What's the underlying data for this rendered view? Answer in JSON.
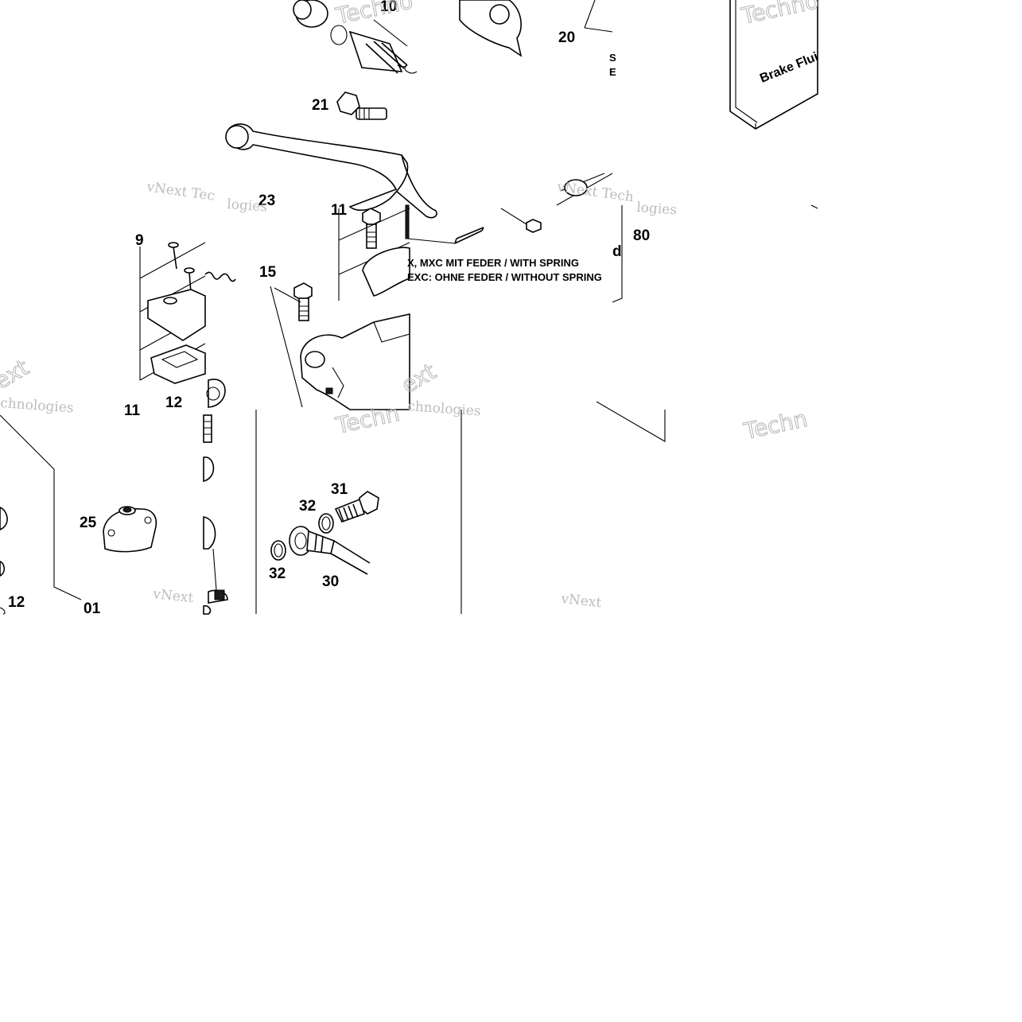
{
  "callouts": {
    "c10": "10",
    "c20": "20",
    "c21": "21",
    "c23": "23",
    "c11a": "11",
    "c9": "9",
    "c15": "15",
    "c80": "80",
    "c12a": "12",
    "c11b": "11",
    "c25": "25",
    "c12b": "12",
    "c01": "01",
    "c31": "31",
    "c32a": "32",
    "c32b": "32",
    "c30": "30"
  },
  "notes": {
    "line1": "X, MXC  MIT FEDER / WITH SPRING",
    "line2": "EXC: OHNE FEDER / WITHOUT SPRING"
  },
  "brake_fluid_label": "Brake Flui",
  "watermarks": {
    "vnext_tec": "vNext Tec",
    "vnext_tech": "vNext Tech",
    "vnext": "vNext",
    "chnologies": "chnologies",
    "chnologies2": "chnologies",
    "logies": "logies",
    "techn": "Techn",
    "techno": "Techno",
    "techn2": "Techn",
    "next_big": "ext",
    "next_big2": "ext"
  }
}
